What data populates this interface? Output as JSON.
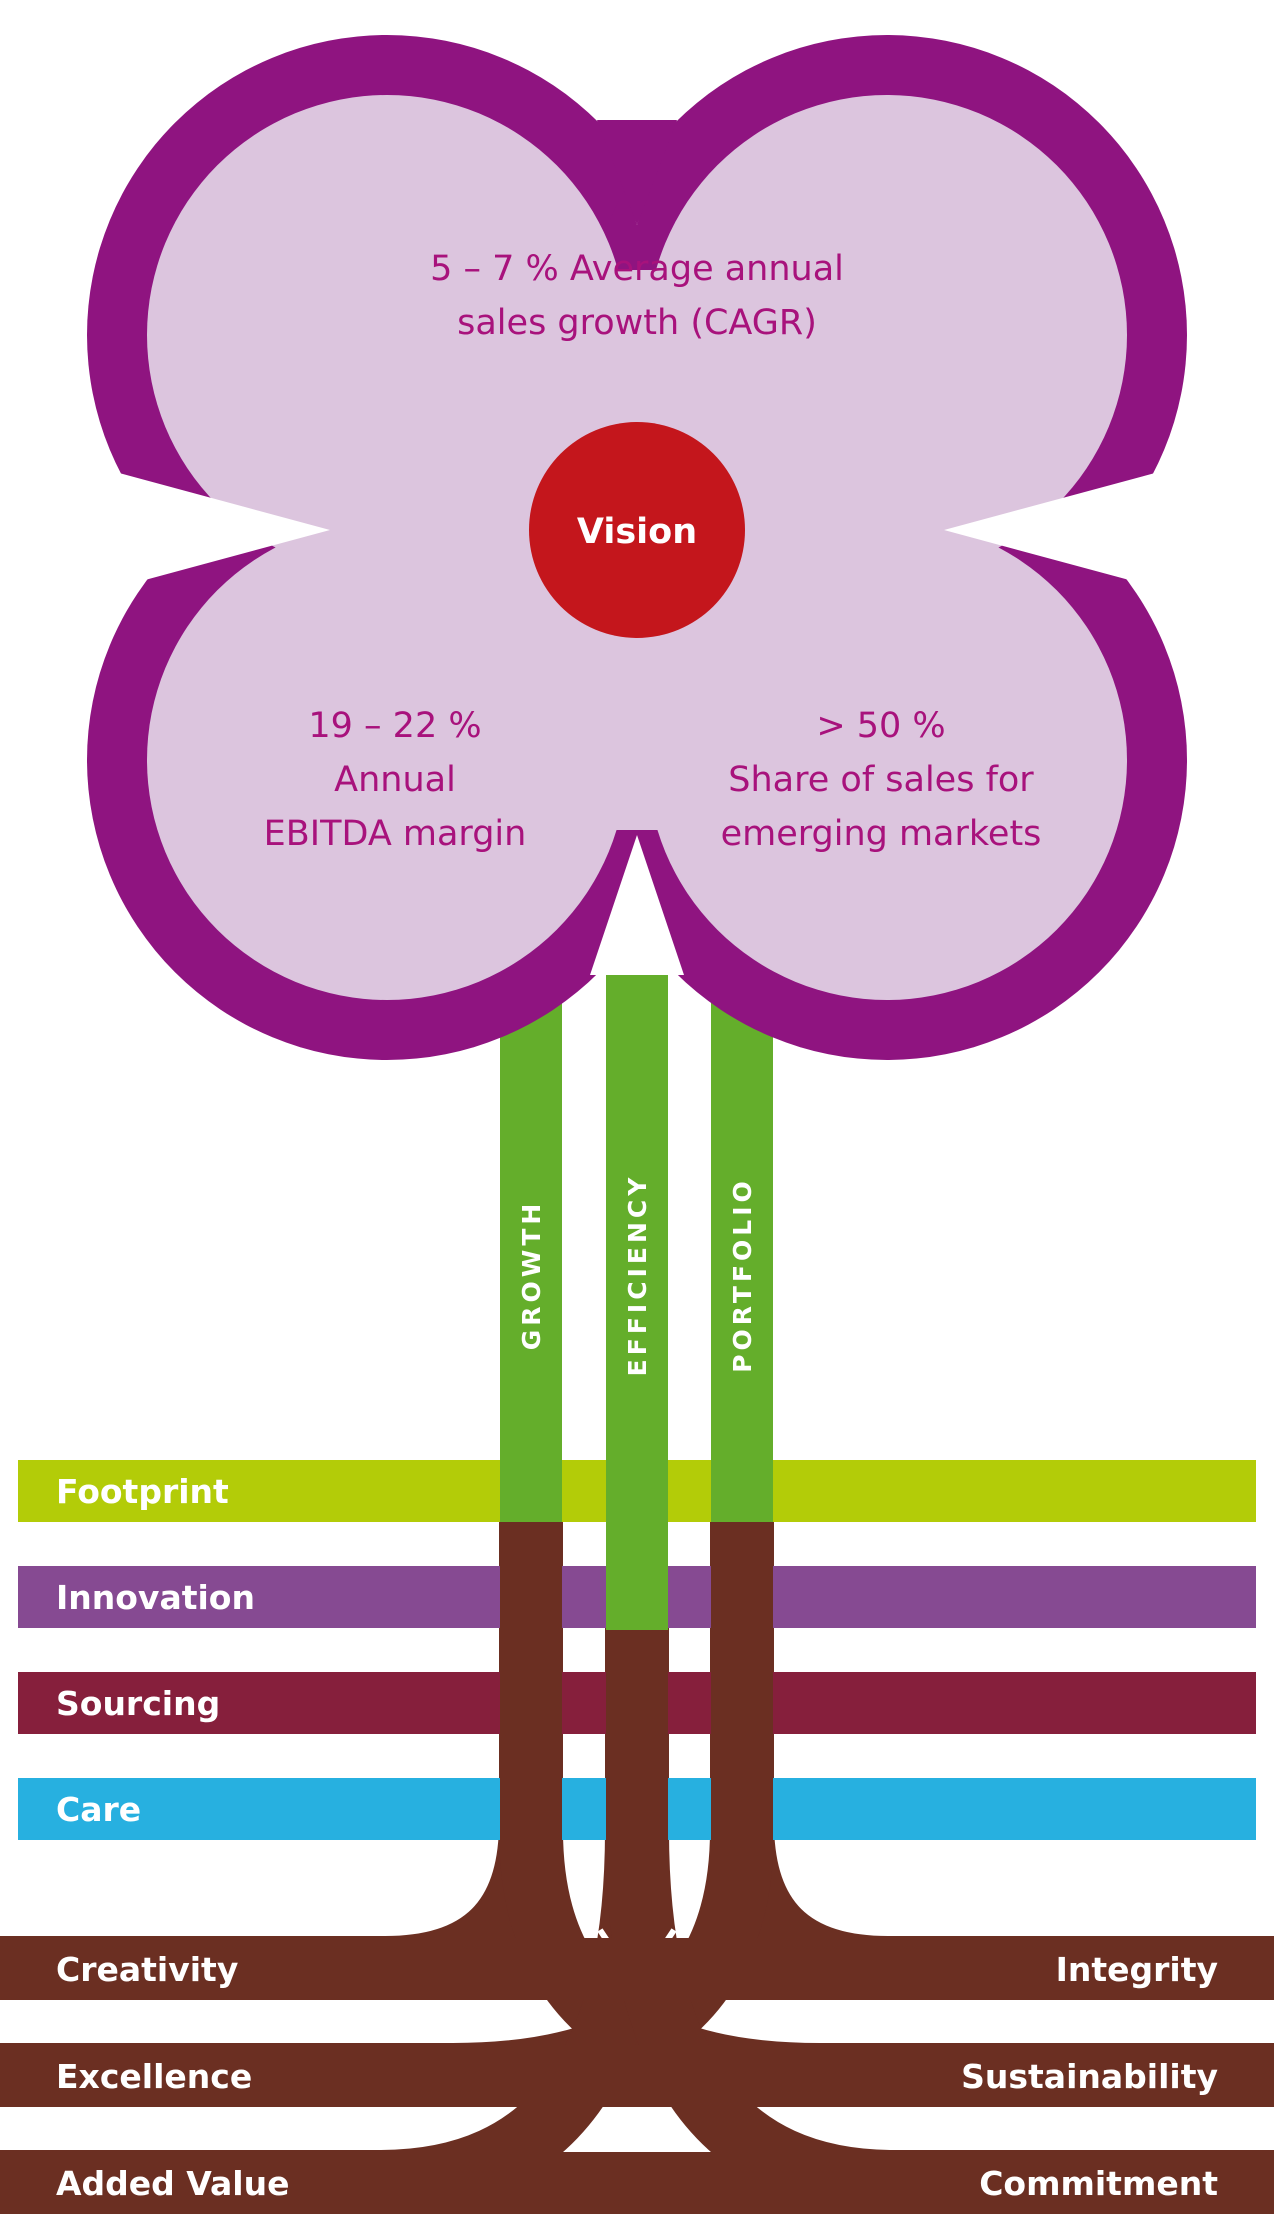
{
  "colors": {
    "petal_outline": "#8f1480",
    "petal_fill": "#dcc5de",
    "petal_text": "#a8127c",
    "vision": "#c4161c",
    "stem_green": "#64ae2b",
    "root_brown": "#6b2f22",
    "footprint": "#b3cc08",
    "innovation": "#864a92",
    "sourcing": "#861f3c",
    "care": "#27b0e0"
  },
  "petals": {
    "top": [
      "5 – 7 % Average annual",
      "sales growth (CAGR)"
    ],
    "left": [
      "19 – 22 %",
      "Annual",
      "EBITDA margin"
    ],
    "right": [
      "> 50 %",
      "Share of sales for",
      "emerging markets"
    ]
  },
  "vision": "Vision",
  "stems": [
    "GROWTH",
    "EFFICIENCY",
    "PORTFOLIO"
  ],
  "bands": [
    "Footprint",
    "Innovation",
    "Sourcing",
    "Care"
  ],
  "values": {
    "left": [
      "Creativity",
      "Excellence",
      "Added Value"
    ],
    "right": [
      "Integrity",
      "Sustainability",
      "Commitment"
    ]
  }
}
